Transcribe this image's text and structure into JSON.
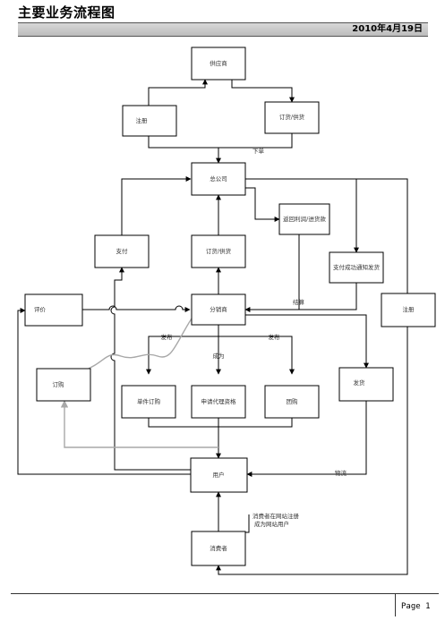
{
  "header": {
    "title": "主要业务流程图",
    "date": "2010年4月19日"
  },
  "footer": {
    "page_label": "Page 1"
  },
  "nodes": {
    "supplier": "供应商",
    "register_top": "注册",
    "order_supply_top": "订货/供货",
    "head_office": "总公司",
    "return_profit": "返回利润/进货款",
    "pay": "支付",
    "order_supply_mid": "订货/供货",
    "pay_notice": "支付成功通知发货",
    "review": "评价",
    "distributor": "分销商",
    "register_right": "注册",
    "order": "订购",
    "single_order": "单件订购",
    "apply_agent": "申请代理资格",
    "group_buy": "团购",
    "ship": "发货",
    "user": "用户",
    "consumer": "消费者"
  },
  "edge_labels": {
    "place_order": "下单",
    "settle": "结算",
    "publish_left": "发布",
    "publish_right": "发布",
    "become": "成为",
    "logistics": "物流",
    "consumer_note_line1": "消费者在网站注册",
    "consumer_note_line2": "成为网站用户"
  }
}
